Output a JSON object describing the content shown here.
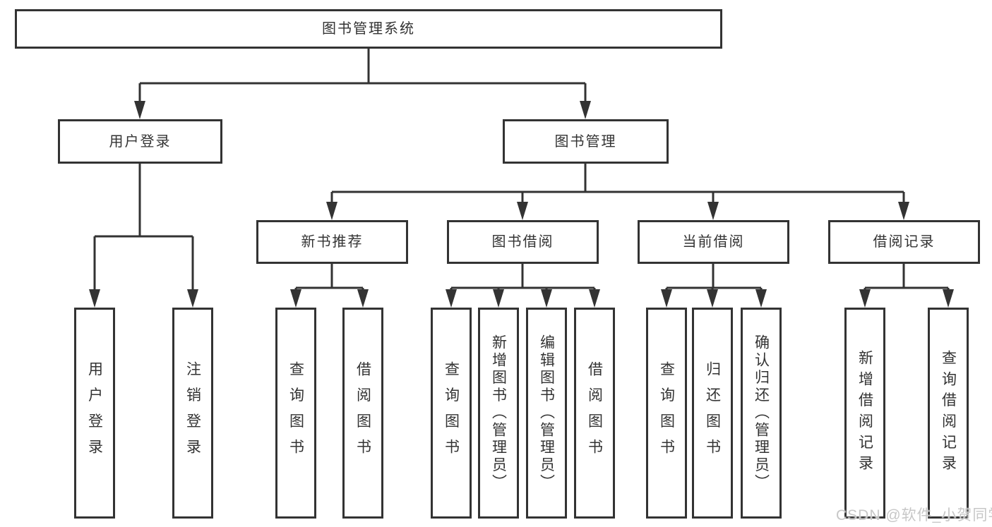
{
  "colors": {
    "line": "#333333",
    "text": "#333333",
    "background": "#ffffff",
    "watermark": "#c7c7c7"
  },
  "diagram": {
    "root": {
      "label": "图书管理系统"
    },
    "branches": [
      {
        "label": "用户登录",
        "leaves": [
          {
            "label": "用户登录"
          },
          {
            "label": "注销登录"
          }
        ]
      },
      {
        "label": "图书管理",
        "groups": [
          {
            "label": "新书推荐",
            "leaves": [
              {
                "label": "查询图书"
              },
              {
                "label": "借阅图书"
              }
            ]
          },
          {
            "label": "图书借阅",
            "leaves": [
              {
                "label": "查询图书"
              },
              {
                "label": "新增图书（管理员）"
              },
              {
                "label": "编辑图书（管理员）"
              },
              {
                "label": "借阅图书"
              }
            ]
          },
          {
            "label": "当前借阅",
            "leaves": [
              {
                "label": "查询图书"
              },
              {
                "label": "归还图书"
              },
              {
                "label": "确认归还（管理员）"
              }
            ]
          },
          {
            "label": "借阅记录",
            "leaves": [
              {
                "label": "新增借阅记录"
              },
              {
                "label": "查询借阅记录"
              }
            ]
          }
        ]
      }
    ],
    "watermark": "CSDN @软件_小贺同学"
  }
}
